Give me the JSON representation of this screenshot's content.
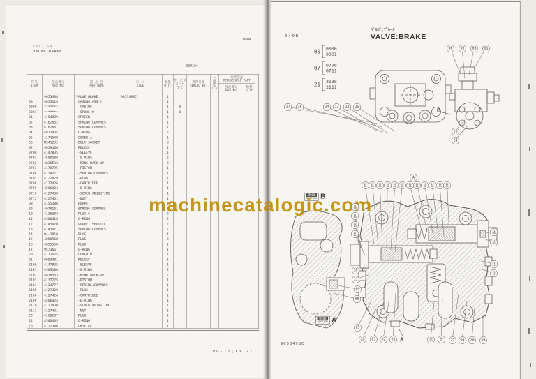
{
  "watermark": {
    "text": "machinecatalogic.com",
    "color": "#c18f0a"
  },
  "left_page": {
    "title_jp": "ﾊﾞﾙﾌﾞ;ﾌﾞﾚｰｷ",
    "title_en": "VALVE;BRAKE",
    "page_code": "050A",
    "serial_note": "00916~",
    "footer_code": "PD-72(1012)",
    "table": {
      "headers": {
        "item_jp": "符号",
        "item_en": "ITEM",
        "part_no_jp": "部品番号",
        "part_no_en": "PART NO.",
        "part_name_jp": "部 品 名",
        "part_name_en": "PART NAME",
        "code_jp": "コード",
        "code_en": "CODE",
        "qty_jp": "数量",
        "qty_en": "Q'TY",
        "sc_jp1": "サービス",
        "sc_jp2": "コード",
        "sc_en": "S-C",
        "serial_jp": "適用号機",
        "serial_en": "SERIAL NO.",
        "ica_jp": "互換性",
        "ica_en": "ICA",
        "repl_jp": "代替部品",
        "repl_en": "REPLACEABLE PART",
        "repl_part_no_jp": "部品番号",
        "repl_part_no_en": "PART NO.",
        "repl_qty_jp": "数量",
        "repl_qty_en": "Q'TY"
      },
      "rows": [
        [
          "",
          "9053498",
          "VALVE;BRAKE",
          "9053498C",
          "1",
          ""
        ],
        [
          "00",
          "9053119",
          "-CASING ASS'Y",
          "",
          "1",
          ""
        ],
        [
          "0000",
          "*******",
          "--CASING",
          "",
          "1",
          "0"
        ],
        [
          "0001",
          "*******",
          "--SPOOL-K",
          "",
          "1",
          "0"
        ],
        [
          "01",
          "4154089",
          "-SPACER",
          "",
          "1",
          ""
        ],
        [
          "02",
          "4162862",
          "-SPRING;COMPRES.",
          "",
          "1",
          ""
        ],
        [
          "03",
          "4162861",
          "-SPRING;COMPRES.",
          "",
          "1",
          ""
        ],
        [
          "04",
          "A811035",
          "-O-RING",
          "",
          "2",
          ""
        ],
        [
          "05",
          "4171649",
          "-COVER;A",
          "",
          "1",
          ""
        ],
        [
          "06",
          "M341232",
          "-BOLT;SOCKET",
          "",
          "8",
          ""
        ],
        [
          "07",
          "9059466",
          "-RELIEF",
          "",
          "1",
          ""
        ],
        [
          "0700",
          "4147835",
          "--SLEEVE",
          "",
          "1",
          ""
        ],
        [
          "0701",
          "4509180",
          "--O-RING",
          "",
          "2",
          ""
        ],
        [
          "0702",
          "4838533",
          "--RING;BACK-UP",
          "",
          "2",
          ""
        ],
        [
          "0703",
          "4178795",
          "--PISTON",
          "",
          "1",
          ""
        ],
        [
          "0704",
          "4134777",
          "--SPRING;COMPRES",
          "",
          "1",
          ""
        ],
        [
          "0705",
          "4127429",
          "--PLUG",
          "",
          "1",
          ""
        ],
        [
          "0708",
          "4127426",
          "--CARTRIDGE",
          "",
          "1",
          ""
        ],
        [
          "0709",
          "4506424",
          "--O-RING",
          "",
          "1",
          ""
        ],
        [
          "0710",
          "4127430",
          "--SCREW;ADJUSTING",
          "",
          "1",
          ""
        ],
        [
          "0711",
          "4127431",
          "--NUT",
          "",
          "1",
          ""
        ],
        [
          "08",
          "4155386",
          "-POPPET",
          "",
          "1",
          ""
        ],
        [
          "09",
          "4070131",
          "-SPRING;COMPRES.",
          "",
          "1",
          ""
        ],
        [
          "10",
          "4136683",
          "-PLUG;C",
          "",
          "2",
          ""
        ],
        [
          "11",
          "4506418",
          "-O-RING",
          "",
          "2",
          ""
        ],
        [
          "12",
          "4145920",
          "-POPPET;SHUTTLE",
          "",
          "2",
          ""
        ],
        [
          "13",
          "4145921",
          "-SPRING;COMPRES.",
          "",
          "2",
          ""
        ],
        [
          "14",
          "94-2010",
          "-PLUG",
          "",
          "4",
          ""
        ],
        [
          "15",
          "4050968",
          "-PLUG",
          "",
          "2",
          ""
        ],
        [
          "16",
          "4055350",
          "-PLUG",
          "",
          "1",
          ""
        ],
        [
          "17",
          "957366",
          "-O-RING",
          "",
          "1",
          ""
        ],
        [
          "20",
          "4171675",
          "-COVER;B",
          "",
          "1",
          ""
        ],
        [
          "21",
          "9053481",
          "-RELIEF",
          "",
          "1",
          ""
        ],
        [
          "2100",
          "4147835",
          "--SLEEVE",
          "",
          "1",
          ""
        ],
        [
          "2101",
          "4509180",
          "--O-RING",
          "",
          "2",
          ""
        ],
        [
          "2102",
          "4838533",
          "--RING;BACK-UP",
          "",
          "2",
          ""
        ],
        [
          "2103",
          "4137225",
          "--PISTON",
          "",
          "1",
          ""
        ],
        [
          "2104",
          "4134777",
          "--SPRING;COMPRES",
          "",
          "1",
          ""
        ],
        [
          "2105",
          "4127429",
          "--PLUG",
          "",
          "1",
          ""
        ],
        [
          "2108",
          "4127426",
          "--CARTRIDGE",
          "",
          "1",
          ""
        ],
        [
          "2109",
          "4506424",
          "--O-RING",
          "",
          "1",
          ""
        ],
        [
          "2110",
          "4127430",
          "--SCREW;ADJUSTING",
          "",
          "1",
          ""
        ],
        [
          "2111",
          "4127431",
          "--NUT",
          "",
          "1",
          ""
        ],
        [
          "23",
          "4168287",
          "-PLUG",
          "",
          "1",
          ""
        ],
        [
          "24",
          "4506405",
          "-O-RING",
          "",
          "1",
          ""
        ],
        [
          "26",
          "4172346",
          "-ORIFICE",
          "",
          "1",
          ""
        ]
      ]
    }
  },
  "right_page": {
    "page_code": "049B",
    "title_jp": "ﾊﾞﾙﾌﾞ;ﾌﾞﾚｰｷ",
    "title_en": "VALVE:BRAKE",
    "drawing_code": "9053498C",
    "ref_groups": [
      {
        "label": "00",
        "from": "0000",
        "to": "0001"
      },
      {
        "label": "07",
        "from": "0700",
        "to": "0711"
      },
      {
        "label": "21",
        "from": "2100",
        "to": "2111"
      }
    ],
    "plan_view_callouts": [
      "17",
      "16",
      "14",
      "13",
      "12",
      "15"
    ],
    "side_view_callouts_top": [
      "06",
      "05",
      "03",
      "01"
    ],
    "side_view_callouts_side": [
      "23",
      "24"
    ],
    "main_top_callouts": [
      "0705",
      "0704",
      "0703",
      "0702",
      "0701",
      "0700",
      "2100",
      "2101",
      "2102",
      "2103",
      "2104",
      "2105"
    ],
    "main_left_callouts": [
      "0708",
      "0709",
      "0710",
      "0711"
    ],
    "main_left_plain": [
      "10",
      "11",
      "09",
      "08"
    ],
    "main_right_callouts": [
      "2108",
      "2109",
      "2110",
      "2111"
    ],
    "bottom_left_callout": "05",
    "bottom_callouts": [
      "26",
      "03",
      "02",
      "01"
    ],
    "bottom_stacked_callouts": [
      "0000",
      "0001"
    ],
    "bottom_callouts2": [
      "27",
      "04",
      "20",
      "06"
    ],
    "view_marker_a": "A",
    "view_marker_b": "B",
    "section_a_label": {
      "jp": "断面",
      "en": "SECTION",
      "letter": "A"
    },
    "section_b_label": {
      "jp": "断面",
      "en": "SECTION",
      "letter": "B"
    }
  }
}
